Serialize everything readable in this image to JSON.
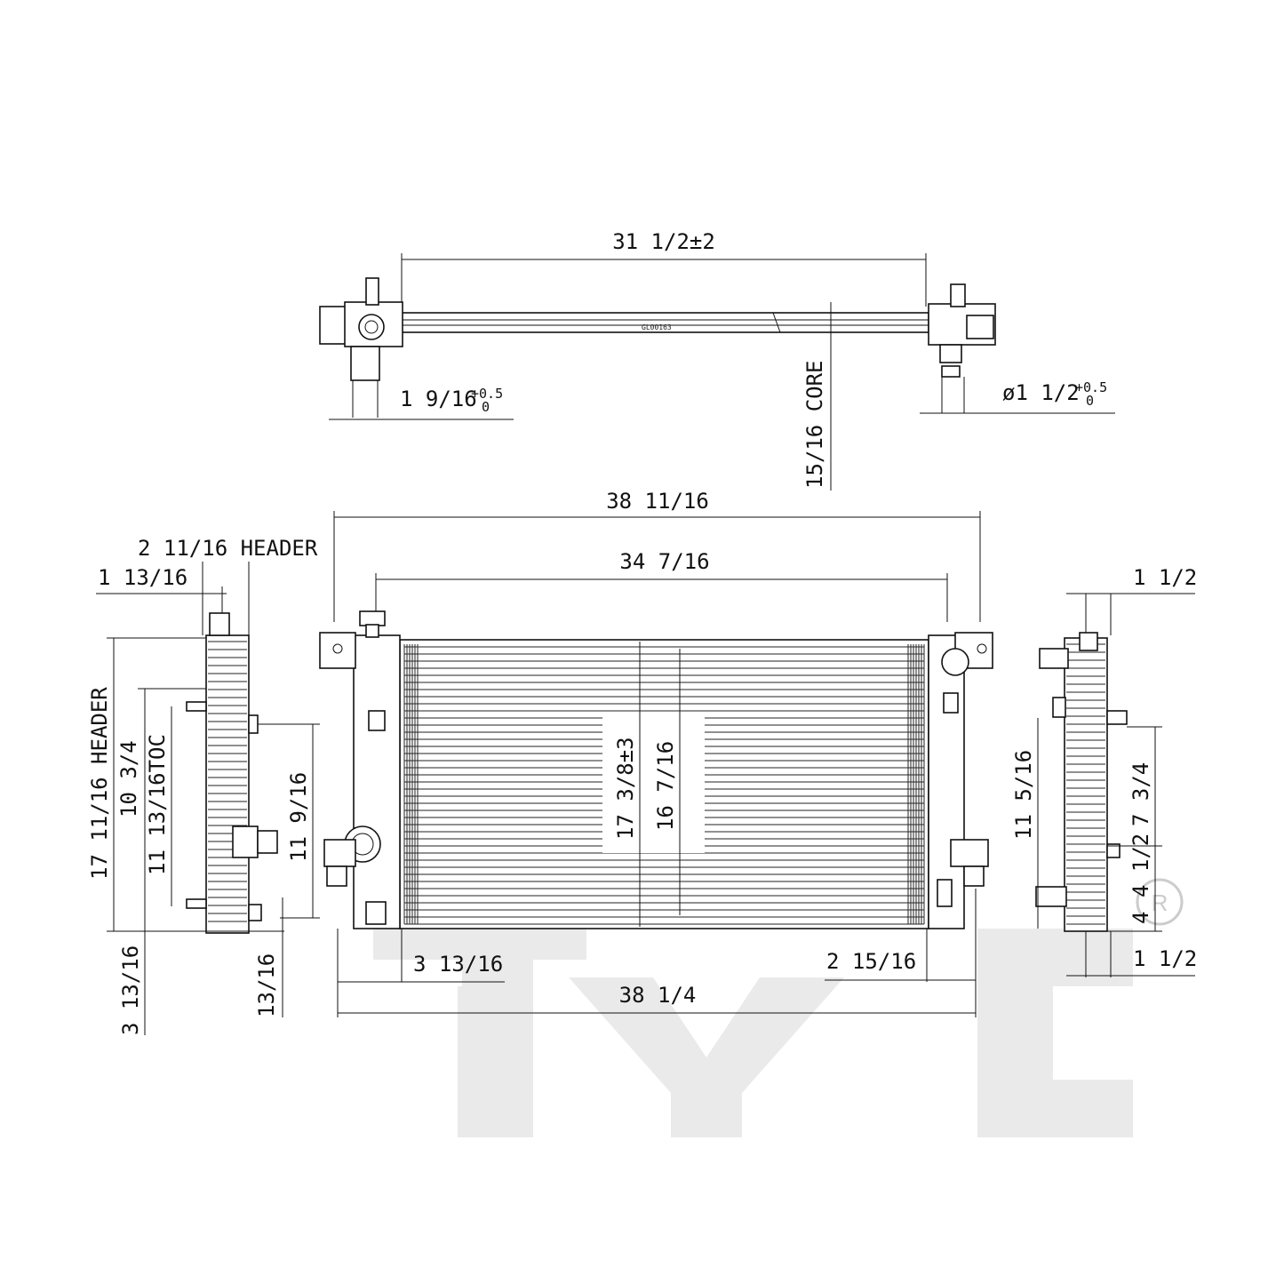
{
  "dimensions": {
    "top_overall_width": "31 1/2±2",
    "top_inlet_dia_main": "1 9/16",
    "top_inlet_dia_tol": "+0.5",
    "top_inlet_dia_tol_low": "0",
    "top_outlet_dia_main": "ø1 1/2",
    "top_outlet_dia_tol": "+0.5",
    "top_outlet_dia_tol_low": "0",
    "core_thickness": "15/16 CORE",
    "front_overall_width": "38 11/16",
    "front_core_width": "34 7/16",
    "front_overall_height": "17 3/8±3",
    "front_core_height": "16 7/16",
    "front_left_offset": "3 13/16",
    "front_right_offset": "2 15/16",
    "front_bottom_width": "38 1/4",
    "left_header_width": "2 11/16 HEADER",
    "left_neck": "1 13/16",
    "left_header_height": "17 11/16 HEADER",
    "left_upper": "10 3/4",
    "left_toc": "11 13/16TOC",
    "left_port": "11 9/16",
    "left_bottom_offset": "3 13/16",
    "left_small": "13/16",
    "right_top": "1 1/2",
    "right_height": "11 5/16",
    "right_mid": "7 3/4",
    "right_low1": "4 1/2",
    "right_low2": "4",
    "right_bottom": "1 1/2"
  },
  "part_marking": "GL00163",
  "watermark": {
    "brand": "TYC",
    "registered": "R"
  }
}
